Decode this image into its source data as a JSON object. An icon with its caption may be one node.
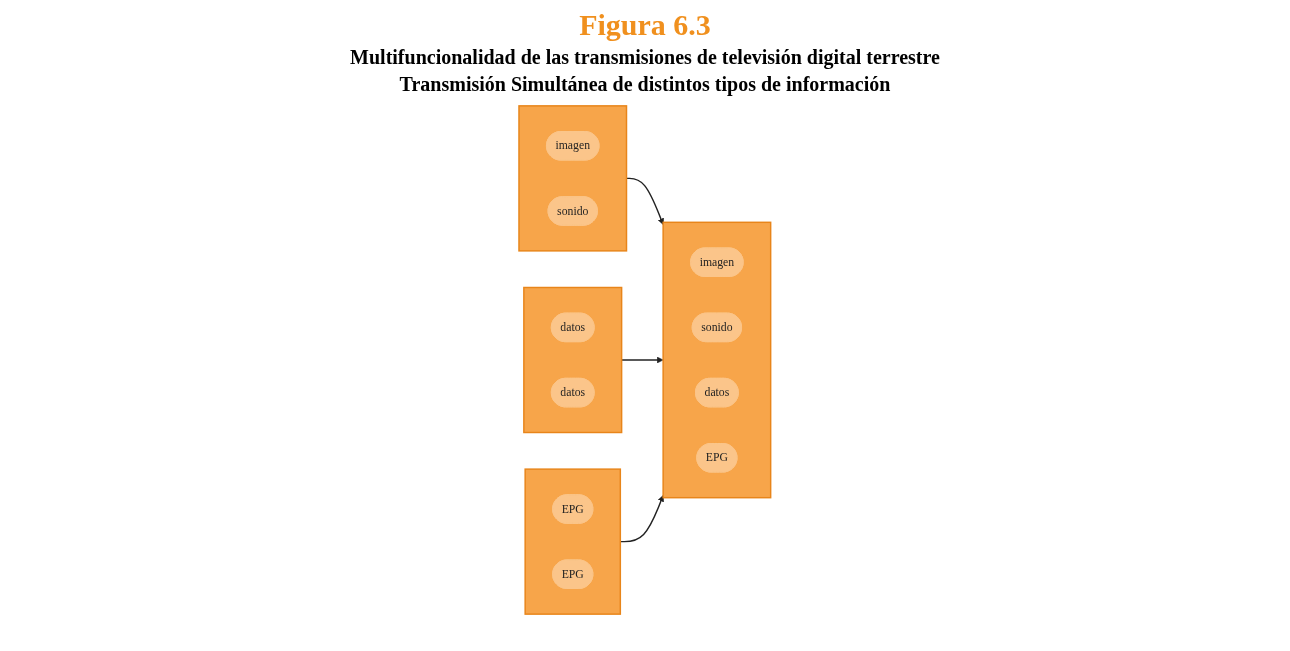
{
  "diagram": {
    "title": "Figura 6.3",
    "nodes": [
      {
        "text": [],
        "shape": "cylinder"
      },
      {
        "text": [
          "imagen"
        ],
        "in": 0
      },
      {
        "text": [
          "sonido"
        ],
        "in": 0
      },
      {
        "text": [],
        "shape": "cylinder"
      },
      {
        "text": [
          "datos"
        ],
        "in": 3
      },
      {
        "text": [
          "datos"
        ],
        "in": 3
      },
      {
        "text": [],
        "shape": "cylinder"
      },
      {
        "text": [
          "EPG"
        ],
        "in": 6
      },
      {
        "text": [
          "EPG"
        ],
        "in": 6
      },
      {
        "text": [],
        "shape": "cylinder"
      },
      {
        "text": [
          "imagen"
        ],
        "in": 9
      },
      {
        "text": [
          "sonido"
        ],
        "in": 9
      },
      {
        "text": [
          "datos"
        ],
        "in": 9
      },
      {
        "text": [
          "EPG"
        ],
        "in": 9
      }
    ],
    "edges": [
      {
        "from": 0,
        "to": 9,
        "arrow": "to"
      },
      {
        "from": 3,
        "to": 9,
        "arrow": "to"
      },
      {
        "from": 6,
        "to": 9,
        "arrow": "to"
      }
    ],
    "labels": [
      "Multifuncionalidad de las transmisiones de televisión digital terrestre",
      "Transmisión Simultánea de distintos tipos de información"
    ]
  }
}
